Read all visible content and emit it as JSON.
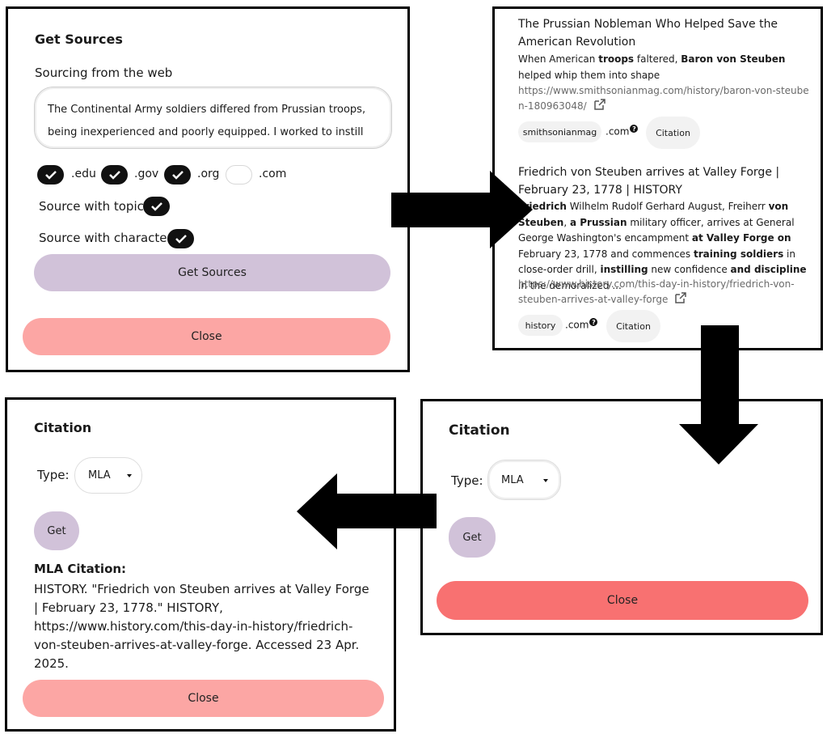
{
  "get_sources_panel": {
    "title": "Get Sources",
    "subtitle": "Sourcing from the web",
    "prompt_text": "The Continental Army soldiers differed from Prussian troops, being inexperienced and poorly equipped. I worked to instill",
    "domains": [
      {
        "label": ".edu",
        "checked": true
      },
      {
        "label": ".gov",
        "checked": true
      },
      {
        "label": ".org",
        "checked": true
      },
      {
        "label": ".com",
        "checked": false
      }
    ],
    "topic_label": "Source with topic",
    "character_label": "Source with character",
    "get_sources_label": "Get Sources",
    "close_label": "Close"
  },
  "results_panel": {
    "results": [
      {
        "title": "The Prussian Nobleman Who Helped Save the American Revolution",
        "snippet_html": "When American <b>troops</b> faltered, <b>Baron von Steuben</b> helped whip them into shape",
        "url": "https://www.smithsonianmag.com/history/baron-von-steuben-180963048/",
        "site": "smithsonianmag",
        "tld": ".com",
        "citation_label": "Citation"
      },
      {
        "title": "Friedrich von Steuben arrives at Valley Forge | February 23, 1778 | HISTORY",
        "snippet_html": "<b>Friedrich</b> Wilhelm Rudolf Gerhard August, Freiherr <b>von Steuben</b>, <b>a Prussian</b> military officer, arrives at General George Washington's encampment <b>at Valley Forge on</b> February 23, 1778 and commences <b>training soldiers</b> in close-order drill, <b>instilling</b> new confidence <b>and discipline</b> in the demoralized ...",
        "url": "https://www.history.com/this-day-in-history/friedrich-von-steuben-arrives-at-valley-forge",
        "site": "history",
        "tld": ".com",
        "citation_label": "Citation"
      }
    ]
  },
  "citation_panel_empty": {
    "title": "Citation",
    "type_label": "Type:",
    "type_value": "MLA",
    "get_label": "Get",
    "close_label": "Close"
  },
  "citation_panel_result": {
    "title": "Citation",
    "type_label": "Type:",
    "type_value": "MLA",
    "get_label": "Get",
    "result_heading": "MLA Citation:",
    "result_text": "HISTORY. \"Friedrich von Steuben arrives at Valley Forge | February 23, 1778.\" HISTORY, https://www.history.com/this-day-in-history/friedrich-von-steuben-arrives-at-valley-forge. Accessed 23 Apr. 2025.",
    "close_label": "Close"
  },
  "colors": {
    "purple_button": "#d1c2d9",
    "pink_button": "#fca6a4",
    "red_button": "#f87171",
    "arrow": "#000000"
  },
  "icons": [
    "check-icon",
    "external-link-icon",
    "question-icon",
    "caret-down-icon",
    "arrow-right-icon",
    "arrow-down-icon",
    "arrow-left-icon"
  ]
}
